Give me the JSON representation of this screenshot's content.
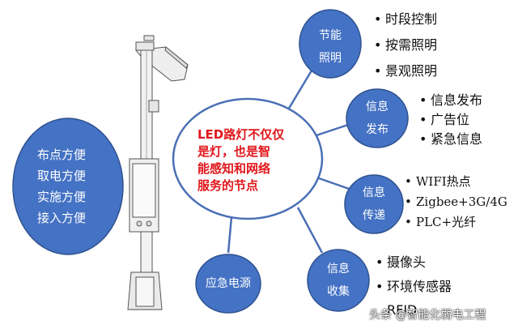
{
  "colors": {
    "circle_fill": "#4472c4",
    "circle_edge": "#2f528f",
    "connector": "#4a6fb5",
    "center_text": "#e0161b"
  },
  "left_circle": {
    "lines": [
      "布点方便",
      "取电方便",
      "实施方便",
      "接入方便"
    ]
  },
  "center_bubble": {
    "lines": [
      "LED路灯不仅仅",
      "是灯，也是智",
      "能感知和网络",
      "服务的节点"
    ]
  },
  "nodes": [
    {
      "label_lines": [
        "节能",
        "照明"
      ],
      "items": [
        "时段控制",
        "按需照明",
        "景观照明"
      ]
    },
    {
      "label_lines": [
        "信息",
        "发布"
      ],
      "items": [
        "信息发布",
        "广告位",
        "紧急信息"
      ]
    },
    {
      "label_lines": [
        "信息",
        "传递"
      ],
      "items": [
        "WIFI热点",
        "Zigbee+3G/4G",
        "PLC+光纤"
      ]
    },
    {
      "label_lines": [
        "信息",
        "收集"
      ],
      "items": [
        "摄像头",
        "环境传感器",
        "RFID"
      ]
    }
  ],
  "emergency_power": {
    "label": "应急电源"
  },
  "bullet": "•",
  "watermark": "头条 @智能化弱电工程"
}
